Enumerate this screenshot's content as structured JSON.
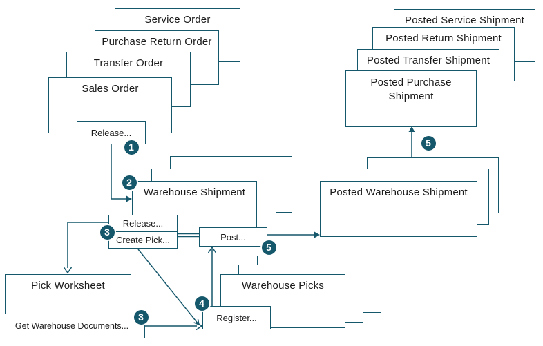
{
  "title": "Warehouse shipment and pick flow diagram",
  "colors": {
    "accent": "#15576B",
    "box_fill": "#ffffff",
    "text": "#1b1b1b",
    "step_text": "#ffffff"
  },
  "boxes": {
    "service_order": "Service Order",
    "purchase_return_order": "Purchase Return Order",
    "transfer_order": "Transfer Order",
    "sales_order": "Sales Order",
    "warehouse_shipment": "Warehouse Shipment",
    "pick_worksheet": "Pick Worksheet",
    "warehouse_picks": "Warehouse Picks",
    "posted_service_shipment": "Posted Service Shipment",
    "posted_return_shipment": "Posted Return Shipment",
    "posted_transfer_shipment": "Posted Transfer Shipment",
    "posted_purchase_shipment": "Posted Purchase Shipment",
    "posted_warehouse_shipment": "Posted Warehouse Shipment"
  },
  "buttons": {
    "release_order": "Release...",
    "release_shipment": "Release...",
    "create_pick": "Create Pick...",
    "post": "Post...",
    "register": "Register...",
    "get_warehouse_documents": "Get Warehouse Documents..."
  },
  "steps": {
    "s1": "1",
    "s2": "2",
    "s3": "3",
    "s4": "4",
    "s5": "5"
  }
}
